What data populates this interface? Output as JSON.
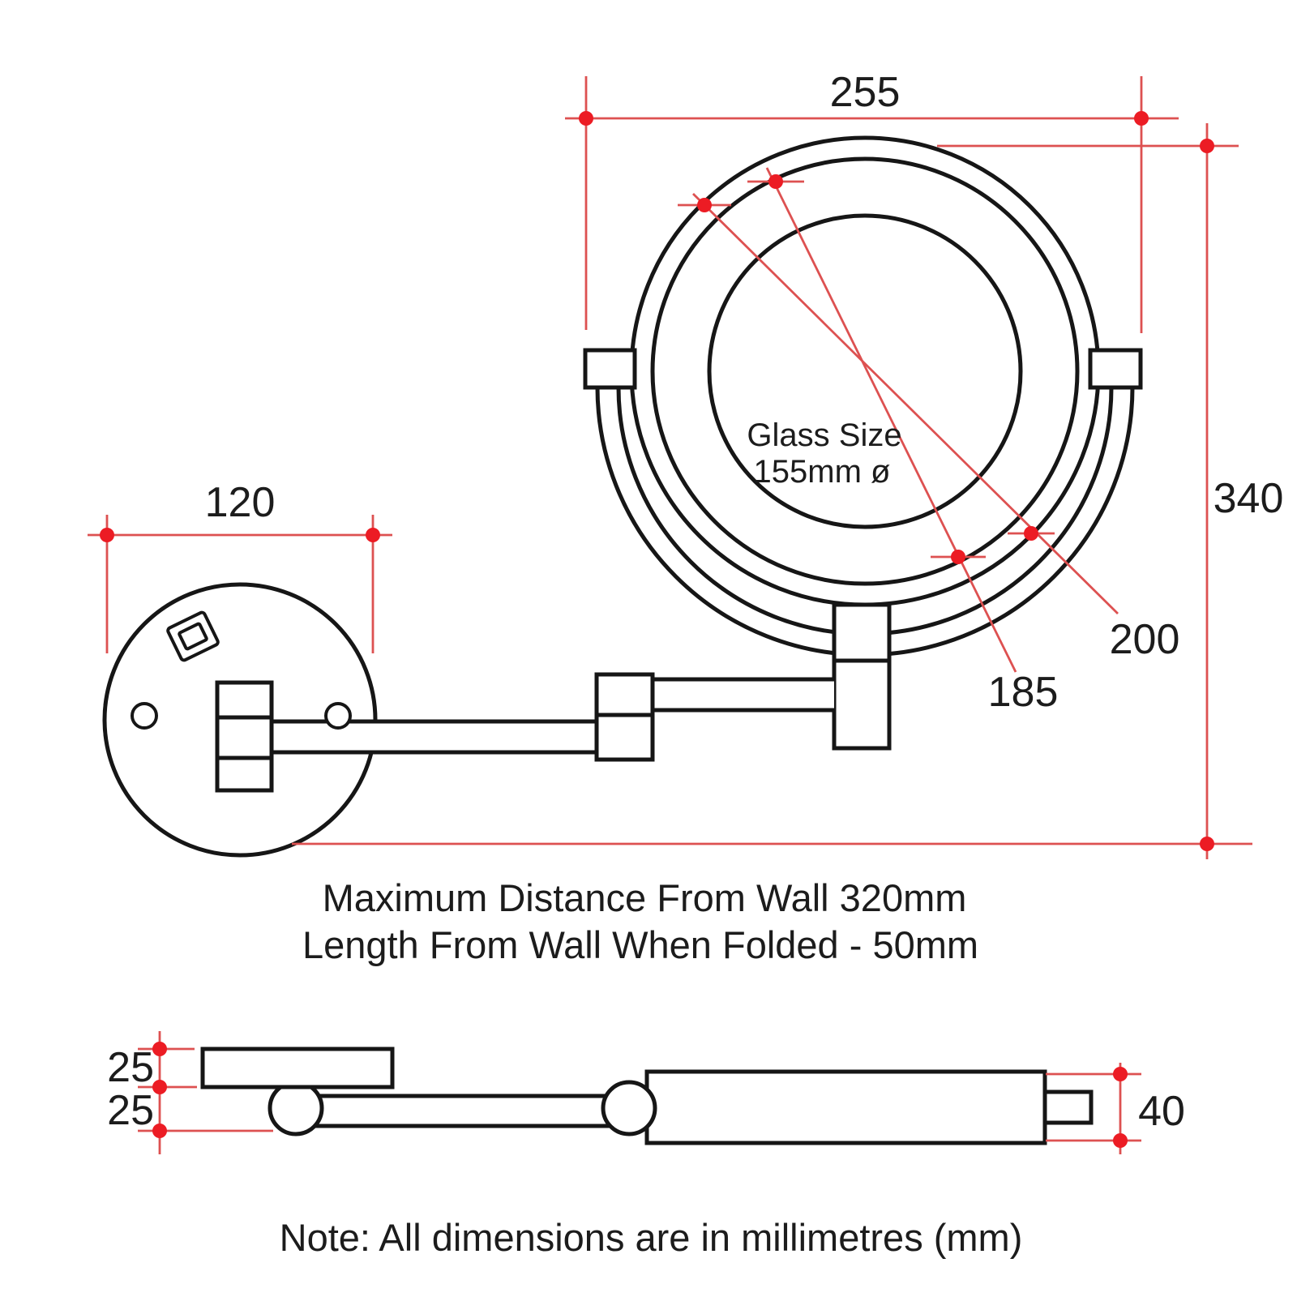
{
  "dimensions": {
    "mirror_width": "255",
    "overall_height": "340",
    "plate_diameter": "120",
    "outer_ring_diameter": "200",
    "inner_ring_diameter": "185",
    "plate_depth": "25",
    "arm_depth": "25",
    "folded_bar_height": "40"
  },
  "glass_label": {
    "line1": "Glass Size",
    "line2": "155mm ø"
  },
  "caption": {
    "line1": "Maximum Distance From Wall 320mm",
    "line2": "Length From Wall When Folded - 50mm"
  },
  "note": "Note: All dimensions are in millimetres (mm)",
  "colors": {
    "outline": "#161616",
    "dim_line": "#dd5151",
    "dim_dot": "#ec1c24",
    "background": "#ffffff",
    "text": "#1c1c1c"
  }
}
